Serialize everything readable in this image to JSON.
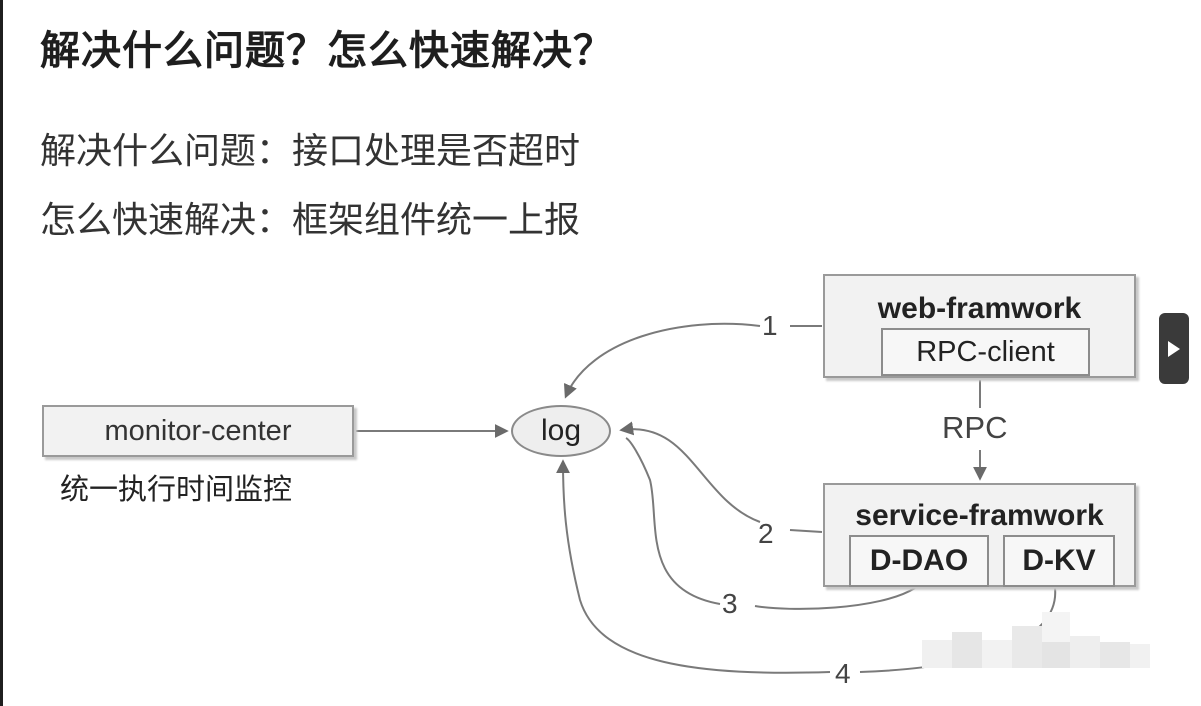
{
  "title": "解决什么问题？怎么快速解决？",
  "lines": [
    "解决什么问题：接口处理是否超时",
    "怎么快速解决：框架组件统一上报"
  ],
  "diagram": {
    "monitor_center": "monitor-center",
    "monitor_caption": "统一执行时间监控",
    "log": "log",
    "web_framework": "web-framwork",
    "rpc_client": "RPC-client",
    "rpc": "RPC",
    "service_framework": "service-framwork",
    "d_dao": "D-DAO",
    "d_kv": "D-KV",
    "edge_labels": [
      "1",
      "2",
      "3",
      "4"
    ]
  },
  "controls": {
    "next_icon": "play-triangle-icon"
  }
}
